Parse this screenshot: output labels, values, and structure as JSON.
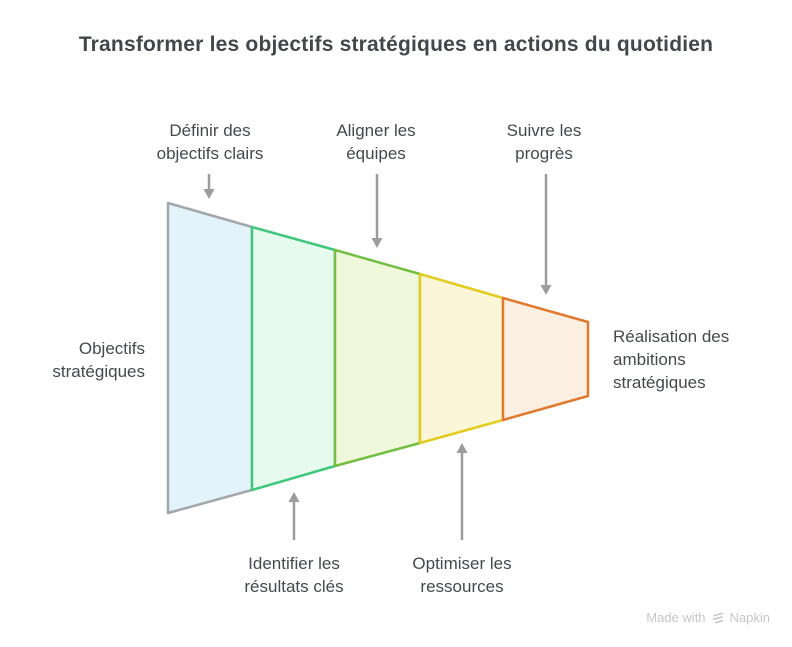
{
  "title": "Transformer les objectifs stratégiques en actions du quotidien",
  "diagram": {
    "left_label": "Objectifs\nstratégiques",
    "right_label": "Réalisation des\nambitions\nstratégiques",
    "top_labels": [
      "Définir des\nobjectifs clairs",
      "Aligner les\néquipes",
      "Suivre les\nprogrès"
    ],
    "bottom_labels": [
      "Identifier les\nrésultats clés",
      "Optimiser les\nressources"
    ],
    "segments": [
      {
        "label_ref": "Définir des objectifs clairs",
        "fill": "#E3F3FB",
        "stroke": "#A3A7AB"
      },
      {
        "label_ref": "Identifier les résultats clés",
        "fill": "#E7FAEE",
        "stroke": "#3FC87C"
      },
      {
        "label_ref": "Aligner les équipes",
        "fill": "#F0F8DB",
        "stroke": "#74BE41"
      },
      {
        "label_ref": "Optimiser les ressources",
        "fill": "#FCF6D9",
        "stroke": "#E2CC20"
      },
      {
        "label_ref": "Suivre les progrès",
        "fill": "#FBEFE1",
        "stroke": "#E17A2E"
      }
    ],
    "arrow_color": "#9A9C9E"
  },
  "footer": {
    "made_with": "Made with",
    "brand": "Napkin",
    "color": "#C5C7C9"
  }
}
